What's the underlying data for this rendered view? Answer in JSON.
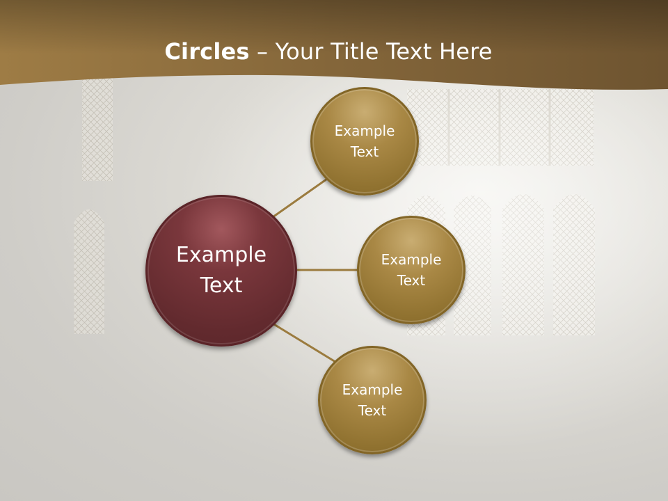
{
  "title": {
    "bold": "Circles",
    "rest": " – Your Title Text Here"
  },
  "diagram": {
    "center": {
      "label": "Example\nText"
    },
    "nodes": [
      {
        "label": "Example\nText"
      },
      {
        "label": "Example\nText"
      },
      {
        "label": "Example\nText"
      }
    ]
  },
  "colors": {
    "header": "#8a6a36",
    "center_fill": "#6e3035",
    "node_fill": "#a38443",
    "connector": "#9b7b3e"
  }
}
